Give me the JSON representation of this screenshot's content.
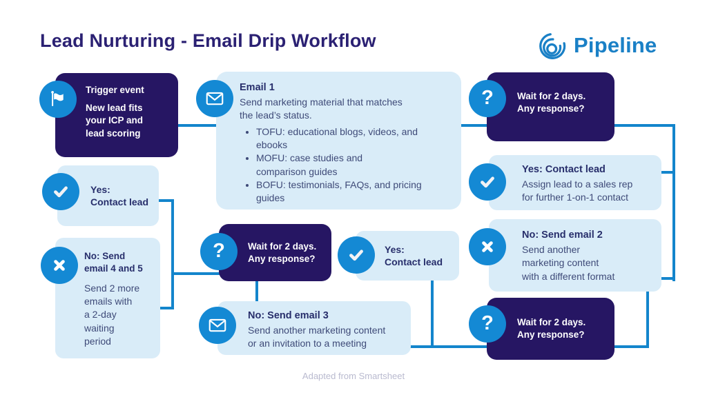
{
  "title": "Lead Nurturing - Email Drip Workflow",
  "logo": {
    "brand": "Pipeline"
  },
  "footer": "Adapted from Smartsheet",
  "colors": {
    "dark_box": "#261663",
    "light_box": "#d9ecf8",
    "icon_circle": "#1489d4",
    "connector": "#1385cc",
    "title_text": "#2b2173",
    "logo_blue": "#1a80c6",
    "heading_text": "#272e6b",
    "body_text": "#3e4a78"
  },
  "icons": {
    "flag": "flag-icon",
    "envelope": "envelope-icon",
    "question": "question-icon",
    "question_glyph": "?",
    "check": "check-icon",
    "x": "x-icon",
    "logo_swirl": "pipeline-swirl-icon"
  },
  "nodes": {
    "trigger": {
      "heading": "Trigger event",
      "body": "New lead fits\nyour ICP and\nlead scoring"
    },
    "email1": {
      "heading": "Email 1",
      "body": "Send marketing material that matches\nthe lead’s status.",
      "bullets": [
        "TOFU: educational blogs, videos, and ebooks",
        "MOFU: case studies and comparison guides",
        "BOFU: testimonials, FAQs, and pricing guides"
      ]
    },
    "wait_top": {
      "heading": "Wait for 2 days.\nAny response?"
    },
    "yes_right": {
      "heading": "Yes: Contact lead",
      "body": "Assign lead to a sales rep\nfor further 1-on-1 contact"
    },
    "no_email2": {
      "heading": "No: Send email 2",
      "body": "Send another\nmarketing content\nwith a different format"
    },
    "wait_bottom": {
      "heading": "Wait for 2 days.\nAny response?"
    },
    "yes_left": {
      "heading": "Yes:\nContact lead"
    },
    "no_email45": {
      "heading": "No: Send\nemail 4 and 5",
      "body": "Send 2 more\nemails with\na 2-day\nwaiting\nperiod"
    },
    "wait_middle": {
      "heading": "Wait for 2 days.\nAny response?"
    },
    "yes_middle": {
      "heading": "Yes:\nContact lead"
    },
    "no_email3": {
      "heading": "No: Send email 3",
      "body": "Send another marketing content\nor an invitation to a meeting"
    }
  }
}
